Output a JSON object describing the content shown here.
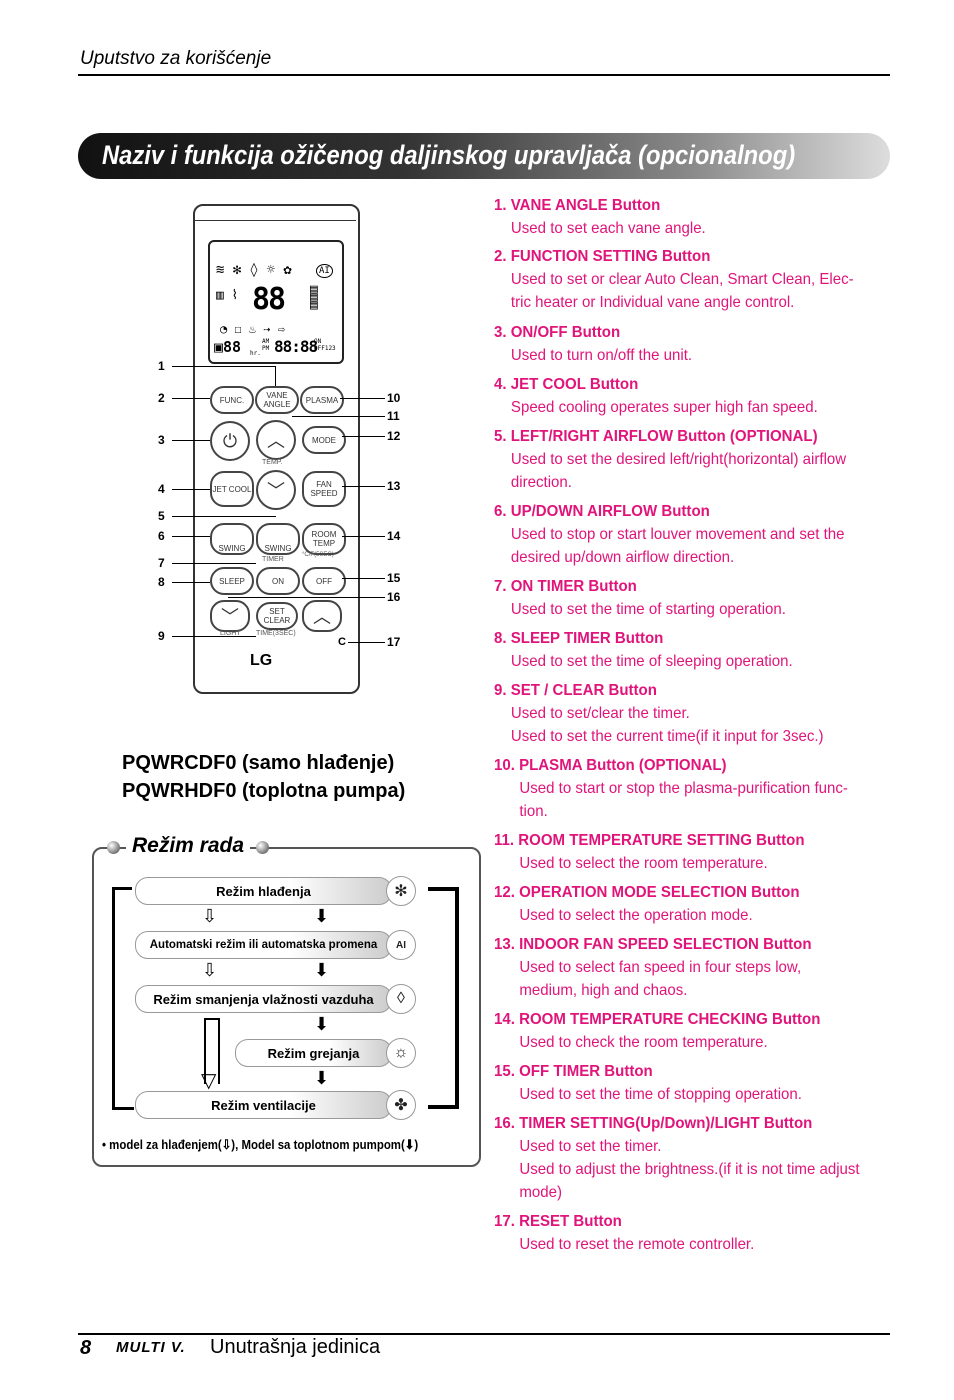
{
  "header": {
    "text": "Uputstvo za korišćenje"
  },
  "banner": {
    "title": "Naziv i funkcija ožičenog daljinskog upravljača (opcionalnog)"
  },
  "remote": {
    "buttons": {
      "func": "FUNC.",
      "vane": "VANE ANGLE",
      "plasma": "PLASMA",
      "mode": "MODE",
      "temp": "TEMP.",
      "jet": "JET COOL",
      "fan": "FAN SPEED",
      "swing1": "SWING",
      "swing2": "SWING",
      "room": "ROOM TEMP",
      "timer": "TIMER",
      "csec": "°C/F(5SEC)",
      "sleep": "SLEEP",
      "on": "ON",
      "off": "OFF",
      "set": "SET CLEAR",
      "light": "LIGHT",
      "timesec": "TIME(3SEC)",
      "brand": "LG"
    },
    "lcd": {
      "digits": "88",
      "time": "88:88",
      "am": "AM",
      "pm": "PM",
      "hr": "hr.",
      "on": "ON",
      "off": "OFF123",
      "ai": "AI"
    },
    "callouts_left": [
      "1",
      "2",
      "3",
      "4",
      "5",
      "6",
      "7",
      "8",
      "9"
    ],
    "callouts_right": [
      "10",
      "11",
      "12",
      "13",
      "14",
      "15",
      "16",
      "17"
    ]
  },
  "models": [
    "PQWRCDF0 (samo hlađenje)",
    "PQWRHDF0 (toplotna pumpa)"
  ],
  "mode_section": {
    "title": "Režim rada",
    "modes": [
      "Režim hlađenja",
      "Automatski režim ili automatska promena",
      "Režim smanjenja vlažnosti vazduha",
      "Režim grejanja",
      "Režim ventilacije"
    ],
    "icons": [
      "snowflake-icon",
      "ai-icon",
      "droplet-icon",
      "sun-icon",
      "fan-icon"
    ],
    "footnote_a": "• model za hlađenjem(",
    "footnote_b": "), Model sa toplotnom pumpom(",
    "footnote_c": ")"
  },
  "items": [
    {
      "title": "1. VANE ANGLE Button",
      "desc": "Used to set each vane angle."
    },
    {
      "title": "2. FUNCTION SETTING Button",
      "desc": "Used to set or clear Auto Clean, Smart Clean, Elec-\ntric heater or Individual vane angle control."
    },
    {
      "title": "3. ON/OFF Button",
      "desc": "Used to turn on/off the unit."
    },
    {
      "title": "4. JET COOL Button",
      "desc": "Speed cooling operates super high fan speed."
    },
    {
      "title": "5. LEFT/RIGHT AIRFLOW Button (OPTIONAL)",
      "desc": "Used to set the desired left/right(horizontal) airflow\ndirection."
    },
    {
      "title": "6. UP/DOWN AIRFLOW Button",
      "desc": "Used to stop or start louver movement and set the\ndesired up/down airflow direction."
    },
    {
      "title": "7. ON TIMER Button",
      "desc": "Used to set the time of starting operation."
    },
    {
      "title": "8. SLEEP TIMER Button",
      "desc": "Used to set the time of sleeping operation."
    },
    {
      "title": "9. SET / CLEAR Button",
      "desc": "Used to set/clear the timer.\nUsed to set the current time(if it input for 3sec.)"
    },
    {
      "title": "10. PLASMA Button (OPTIONAL)",
      "desc": "Used to start or stop the plasma-purification  func-\ntion."
    },
    {
      "title": "11. ROOM TEMPERATURE SETTING Button",
      "desc": "Used to select the room temperature."
    },
    {
      "title": "12. OPERATION MODE SELECTION Button",
      "desc": "Used to select the operation mode."
    },
    {
      "title": "13. INDOOR FAN SPEED SELECTION Button",
      "desc": "Used to select fan speed in four steps low,\nmedium, high and chaos."
    },
    {
      "title": "14. ROOM TEMPERATURE CHECKING Button",
      "desc": "Used to check the room temperature."
    },
    {
      "title": "15. OFF TIMER Button",
      "desc": "Used to set the time of stopping operation."
    },
    {
      "title": "16. TIMER SETTING(Up/Down)/LIGHT Button",
      "desc": "Used to set the timer.\nUsed to adjust the brightness.(if it is not time adjust\nmode)"
    },
    {
      "title": "17. RESET Button",
      "desc": "Used to reset the remote controller."
    }
  ],
  "footer": {
    "page": "8",
    "logo": "MULTI V.",
    "text": "Unutrašnja jedinica"
  }
}
